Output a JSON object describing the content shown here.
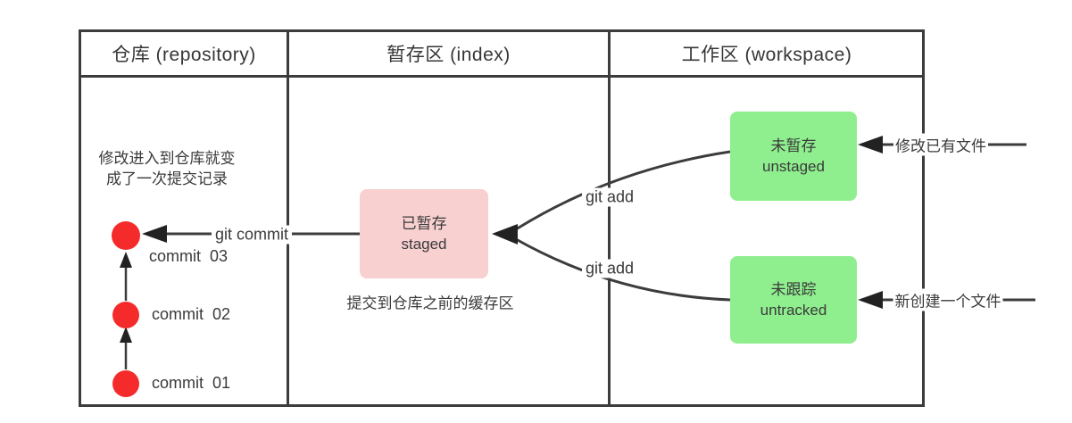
{
  "colors": {
    "line": "#3c3c3c",
    "commit_red": "#f52b2b",
    "staged_pink": "#f8d0d0",
    "workspace_green": "#8fef8f",
    "text": "#3a3a3a"
  },
  "columns": [
    {
      "label": "仓库 (repository)"
    },
    {
      "label": "暂存区 (index)"
    },
    {
      "label": "工作区 (workspace)"
    }
  ],
  "repository": {
    "note": [
      "修改进入到仓库就变",
      "成了一次提交记录"
    ],
    "commits": [
      {
        "label": "commit  03"
      },
      {
        "label": "commit  02"
      },
      {
        "label": "commit  01"
      }
    ]
  },
  "index": {
    "staged_box": {
      "title": "已暂存",
      "subtitle": "staged"
    },
    "caption": "提交到仓库之前的缓存区"
  },
  "workspace": {
    "unstaged_box": {
      "title": "未暂存",
      "subtitle": "unstaged",
      "source_label": "修改已有文件"
    },
    "untracked_box": {
      "title": "未跟踪",
      "subtitle": "untracked",
      "source_label": "新创建一个文件"
    }
  },
  "edges": {
    "git_commit": "git commit",
    "git_add_upper": "git add",
    "git_add_lower": "git add"
  }
}
